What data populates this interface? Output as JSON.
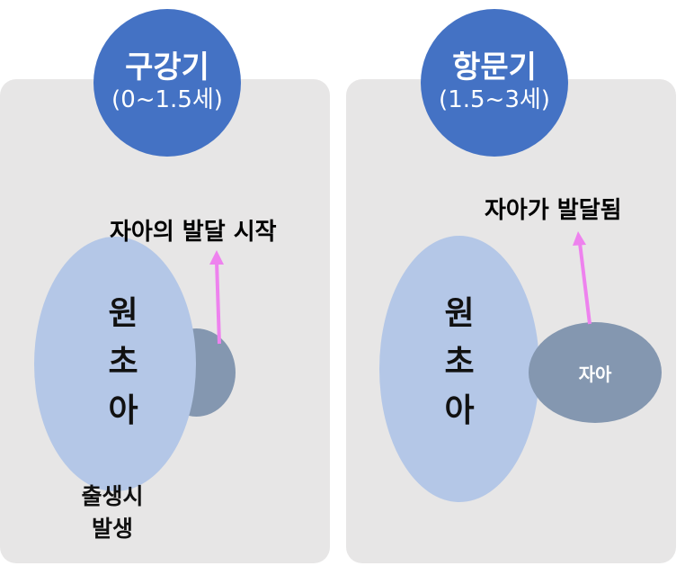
{
  "stages": [
    {
      "name": "구강기",
      "range": "(0~1.5세)"
    },
    {
      "name": "항문기",
      "range": "(1.5~3세)"
    }
  ],
  "left_panel": {
    "id_label_chars": [
      "원",
      "초",
      "아"
    ],
    "caption": "자아의 발달 시작",
    "birth_note": [
      "출생시",
      "발생"
    ]
  },
  "right_panel": {
    "id_label_chars": [
      "원",
      "초",
      "아"
    ],
    "ego_label": "자아",
    "caption": "자아가 발달됨"
  },
  "colors": {
    "stage_circle": "#4472c4",
    "id_fill": "#b4c7e7",
    "ego_fill": "#8497b0",
    "panel_bg": "#e7e6e6",
    "arrow": "#ee82ee"
  }
}
